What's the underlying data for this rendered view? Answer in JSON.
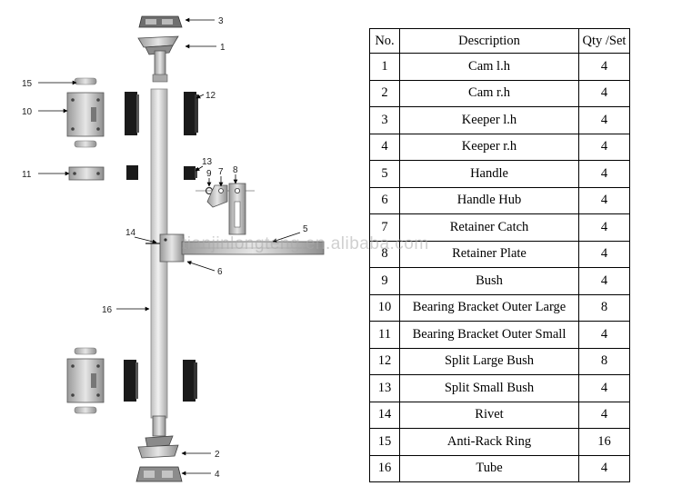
{
  "diagram": {
    "callouts": [
      "3",
      "1",
      "15",
      "10",
      "12",
      "11",
      "13",
      "9",
      "7",
      "8",
      "14",
      "5",
      "6",
      "16",
      "2",
      "4"
    ]
  },
  "table": {
    "headers": [
      "No.",
      "Description",
      "Qty /Set"
    ],
    "rows": [
      [
        "1",
        "Cam l.h",
        "4"
      ],
      [
        "2",
        "Cam r.h",
        "4"
      ],
      [
        "3",
        "Keeper l.h",
        "4"
      ],
      [
        "4",
        "Keeper r.h",
        "4"
      ],
      [
        "5",
        "Handle",
        "4"
      ],
      [
        "6",
        "Handle Hub",
        "4"
      ],
      [
        "7",
        "Retainer Catch",
        "4"
      ],
      [
        "8",
        "Retainer Plate",
        "4"
      ],
      [
        "9",
        "Bush",
        "4"
      ],
      [
        "10",
        "Bearing Bracket Outer Large",
        "8"
      ],
      [
        "11",
        "Bearing Bracket Outer Small",
        "4"
      ],
      [
        "12",
        "Split Large Bush",
        "8"
      ],
      [
        "13",
        "Split Small Bush",
        "4"
      ],
      [
        "14",
        "Rivet",
        "4"
      ],
      [
        "15",
        "Anti-Rack Ring",
        "16"
      ],
      [
        "16",
        "Tube",
        "4"
      ]
    ]
  },
  "watermark": "tianjinlongteng.en.alibaba.com",
  "colors": {
    "part_fill": "#c9c9c9",
    "part_dark": "#7a7a7a",
    "bush_fill": "#1a1a1a",
    "line": "#000000"
  }
}
